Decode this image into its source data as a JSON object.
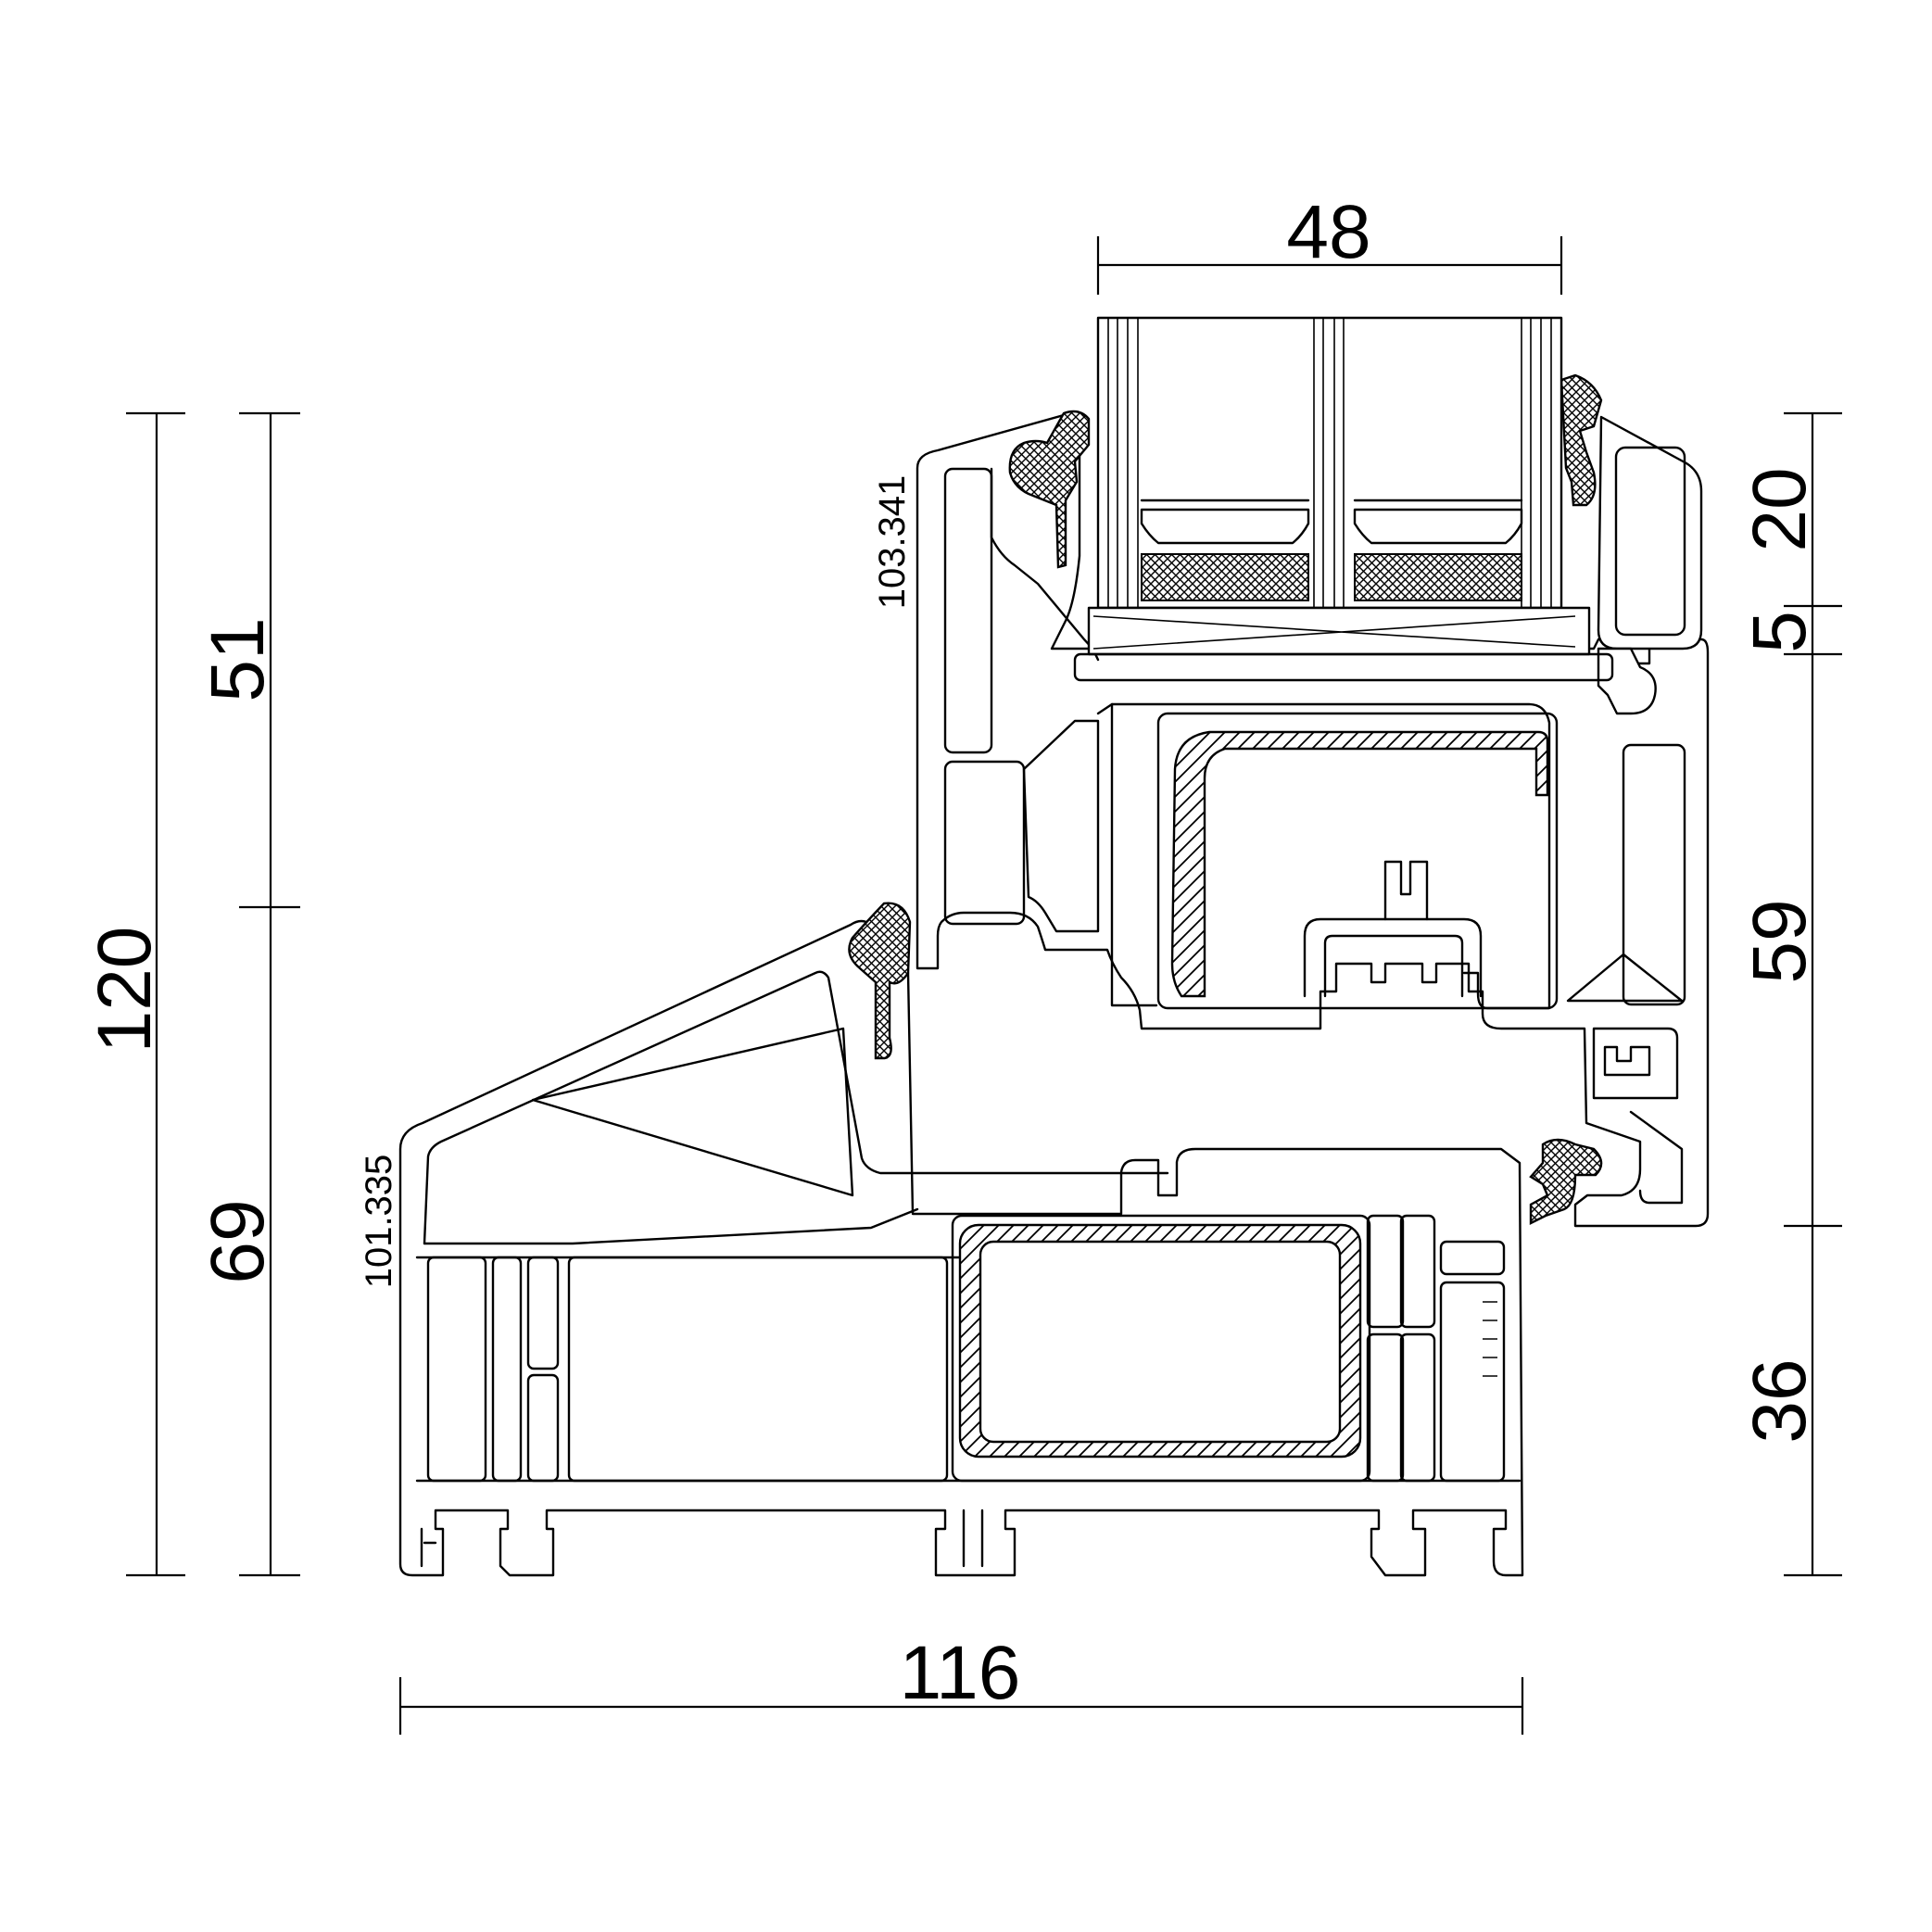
{
  "dimensions": {
    "width_total": "116",
    "glass_width": "48",
    "height_total": "120",
    "sash_height": "51",
    "frame_height": "69",
    "right_top": "20",
    "right_gap": "5",
    "right_mid": "59",
    "right_bottom": "36"
  },
  "profiles": {
    "sash_code": "103.341",
    "frame_code": "101.335"
  },
  "colors": {
    "line": "#000000",
    "background": "#ffffff"
  }
}
